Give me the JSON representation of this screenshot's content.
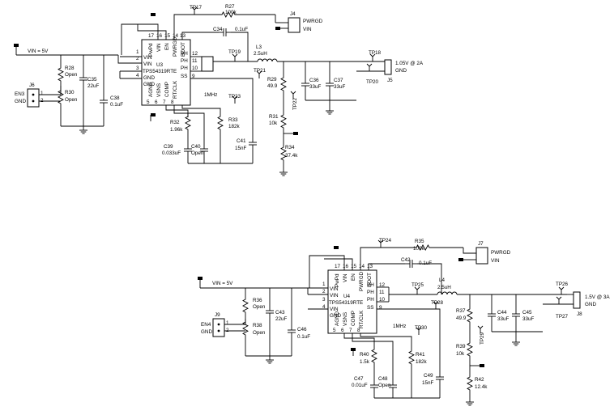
{
  "circuit1": {
    "supply": "VIN = 5V",
    "ic": {
      "ref": "U3",
      "part": "TPS54319RTE",
      "pins_top": [
        "17",
        "16",
        "15",
        "14",
        "13"
      ],
      "pin_names_top": [
        "PwPd",
        "VIN",
        "EN",
        "PWRGD",
        "BOOT"
      ],
      "pins_left": [
        "1",
        "2",
        "3",
        "4"
      ],
      "pin_names_left": [
        "VIN",
        "VIN",
        "GND",
        "GND"
      ],
      "pins_right": [
        "12",
        "11",
        "10",
        "9"
      ],
      "pin_names_right": [
        "PH",
        "PH",
        "PH",
        "SS"
      ],
      "pins_bottom": [
        "5",
        "6",
        "7",
        "8"
      ],
      "pin_names_bottom": [
        "AGND",
        "VSNS",
        "COMP",
        "RT/CLK"
      ],
      "freq": "1MHz"
    },
    "connectors": {
      "en": "J6",
      "en_label": "EN3",
      "gnd_label": "GND",
      "pin1": "1",
      "pin2": "2",
      "pwrgd": "J4",
      "pwrgd_label": "PWRGD",
      "vin_label": "VIN",
      "out": "J5",
      "out_label": "1.05V @ 2A",
      "out_gnd": "GND"
    },
    "parts": {
      "R28": {
        "ref": "R28",
        "val": "Open"
      },
      "R30": {
        "ref": "R30",
        "val": "Open"
      },
      "C35": {
        "ref": "C35",
        "val": "22uF"
      },
      "C38": {
        "ref": "C38",
        "val": "0.1uF"
      },
      "R27": {
        "ref": "R27",
        "val": "100k"
      },
      "C34": {
        "ref": "C34",
        "val": "0.1uF"
      },
      "L3": {
        "ref": "L3",
        "val": "2.5uH"
      },
      "R29": {
        "ref": "R29",
        "val": "49.9"
      },
      "C36": {
        "ref": "C36",
        "val": "33uF"
      },
      "C37": {
        "ref": "C37",
        "val": "33uF"
      },
      "R31": {
        "ref": "R31",
        "val": "10k"
      },
      "R34": {
        "ref": "R34",
        "val": "37.4k"
      },
      "R32": {
        "ref": "R32",
        "val": "1.96k"
      },
      "R33": {
        "ref": "R33",
        "val": "182k"
      },
      "C39": {
        "ref": "C39",
        "val": "0.033uF"
      },
      "C40": {
        "ref": "C40",
        "val": "Open"
      },
      "C41": {
        "ref": "C41",
        "val": "15nF"
      }
    },
    "testpoints": [
      "TP17",
      "TP18",
      "TP19",
      "TP20",
      "TP21",
      "TP22",
      "TP23"
    ]
  },
  "circuit2": {
    "supply": "VIN = 5V",
    "ic": {
      "ref": "U4",
      "part": "TPS54319RTE",
      "pins_top": [
        "17",
        "16",
        "15",
        "14",
        "13"
      ],
      "pin_names_top": [
        "PwPd",
        "VIN",
        "EN",
        "PWRGD",
        "BOOT"
      ],
      "pins_left": [
        "1",
        "2",
        "3",
        "4"
      ],
      "pin_names_left": [
        "VIN",
        "VIN",
        "VIN",
        "GND"
      ],
      "pins_right": [
        "12",
        "11",
        "10",
        "9"
      ],
      "pin_names_right": [
        "PH",
        "PH",
        "PH",
        "SS"
      ],
      "pins_bottom": [
        "5",
        "6",
        "7",
        "8"
      ],
      "pin_names_bottom": [
        "AGND",
        "VSNS",
        "COMP",
        "RT/CLK"
      ],
      "freq": "1MHz"
    },
    "connectors": {
      "en": "J9",
      "en_label": "EN4",
      "gnd_label": "GND",
      "pin1": "1",
      "pin2": "2",
      "pwrgd": "J7",
      "pwrgd_label": "PWRGD",
      "vin_label": "VIN",
      "out": "J8",
      "out_label": "1.5V @ 3A",
      "out_gnd": "GND"
    },
    "parts": {
      "R36": {
        "ref": "R36",
        "val": "Open"
      },
      "R38": {
        "ref": "R38",
        "val": "Open"
      },
      "C43": {
        "ref": "C43",
        "val": "22uF"
      },
      "C46": {
        "ref": "C46",
        "val": "0.1uF"
      },
      "R35": {
        "ref": "R35",
        "val": "100k"
      },
      "C42": {
        "ref": "C42",
        "val": "0.1uF"
      },
      "L4": {
        "ref": "L4",
        "val": "2.5uH"
      },
      "R37": {
        "ref": "R37",
        "val": "49.9"
      },
      "C44": {
        "ref": "C44",
        "val": "33uF"
      },
      "C45": {
        "ref": "C45",
        "val": "33uF"
      },
      "R39": {
        "ref": "R39",
        "val": "10k"
      },
      "R42": {
        "ref": "R42",
        "val": "12.4k"
      },
      "R40": {
        "ref": "R40",
        "val": "1.5k"
      },
      "R41": {
        "ref": "R41",
        "val": "182k"
      },
      "C47": {
        "ref": "C47",
        "val": "0.01uF"
      },
      "C48": {
        "ref": "C48",
        "val": "Open"
      },
      "C49": {
        "ref": "C49",
        "val": "15nF"
      }
    },
    "testpoints": [
      "TP24",
      "TP25",
      "TP26",
      "TP27",
      "TP28",
      "TP29",
      "TP30"
    ]
  }
}
